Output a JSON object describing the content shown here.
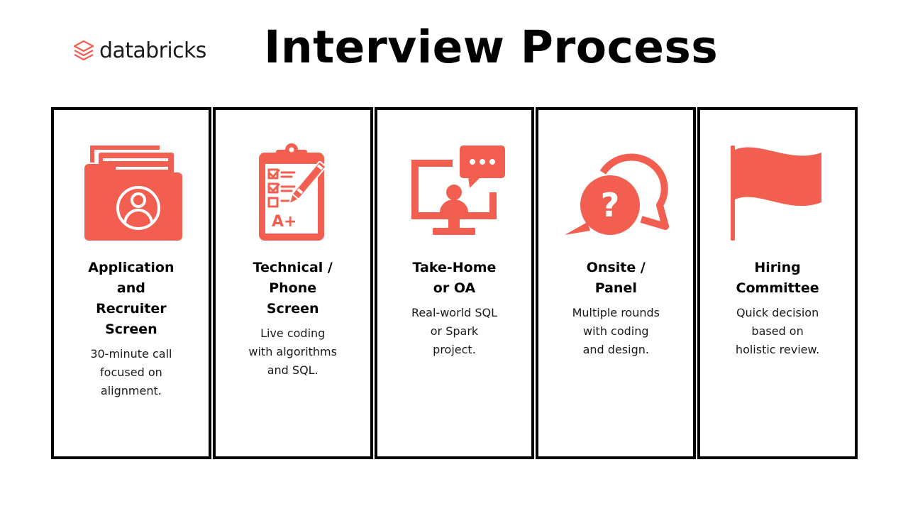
{
  "brand": {
    "name": "databricks",
    "accent": "#F25F50"
  },
  "header": {
    "title": "Interview Process"
  },
  "steps": [
    {
      "title": "Application\nand\nRecruiter\nScreen",
      "desc": "30-minute call\nfocused on\nalignment.",
      "icon": "folder-user-icon"
    },
    {
      "title": "Technical /\nPhone\nScreen",
      "desc": "Live coding\nwith algorithms\nand SQL.",
      "icon": "clipboard-grade-icon"
    },
    {
      "title": "Take-Home\nor OA",
      "desc": "Real-world SQL\nor Spark\nproject.",
      "icon": "monitor-chat-icon"
    },
    {
      "title": "Onsite /\nPanel",
      "desc": "Multiple rounds\nwith coding\nand design.",
      "icon": "speech-question-icon"
    },
    {
      "title": "Hiring\nCommittee",
      "desc": "Quick decision\nbased on\nholistic review.",
      "icon": "flag-icon"
    }
  ],
  "grade_text": "A+"
}
